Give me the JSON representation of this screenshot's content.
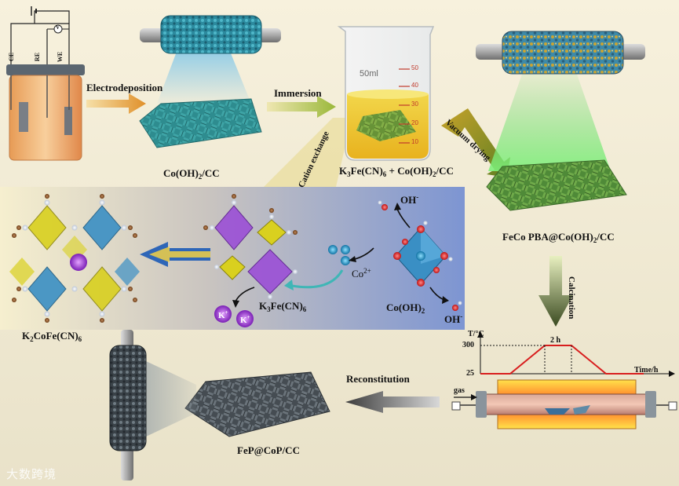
{
  "electrode_labels": {
    "ce": "CE",
    "re": "RE",
    "we": "WE",
    "v": "V"
  },
  "steps": {
    "electrodeposition": "Electrodeposition",
    "immersion": "Immersion",
    "vacuum_drying": "Vacuum drying",
    "cation_exchange": "Cation exchange",
    "calcination": "Calcination",
    "reconstitution": "Reconstitution"
  },
  "materials": {
    "co_oh2_cc": {
      "a": "Co(OH)",
      "s": "2",
      "b": "/CC"
    },
    "k3fe_mix": {
      "a": "K",
      "s1": "3",
      "b": "Fe(CN)",
      "s2": "6",
      "c": " + Co(OH)",
      "s3": "2",
      "d": "/CC"
    },
    "feco_pba": {
      "a": "FeCo PBA@Co(OH)",
      "s": "2",
      "b": "/CC"
    },
    "k2cofe": {
      "a": "K",
      "s1": "2",
      "b": "CoFe(CN)",
      "s2": "6"
    },
    "k3fe": {
      "a": "K",
      "s1": "3",
      "b": "Fe(CN)",
      "s2": "6"
    },
    "co_oh2": {
      "a": "Co(OH)",
      "s": "2"
    },
    "fep_cop": "FeP@CoP/CC"
  },
  "ions": {
    "oh": "OH",
    "oh_charge": "-",
    "co": "Co",
    "co_charge": "2+",
    "k": "K",
    "k_charge": "+"
  },
  "beaker": {
    "volume": "50ml",
    "ticks": [
      "50",
      "40",
      "30",
      "20",
      "10"
    ]
  },
  "profile": {
    "y_axis": "T/°C",
    "x_axis": "Time/h",
    "t_high": "300",
    "t_low": "25",
    "hold": "2 h",
    "gas": "gas"
  },
  "watermark": "大数跨境",
  "colors": {
    "cobalt": "#2f7fb5",
    "iron_yellow": "#d7cf1f",
    "carbon_cloth": "#2f8a8a",
    "pba_green": "#5e9a3e",
    "phosphide_gray": "#505860",
    "panel_blue": "#8fa6d6"
  }
}
